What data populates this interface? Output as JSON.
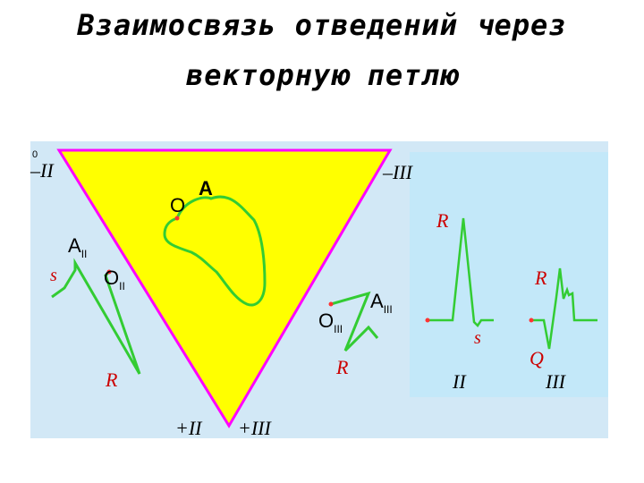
{
  "title": {
    "line1": "Взаимосвязь отведений через",
    "line2": "векторную петлю"
  },
  "colors": {
    "panel": "#cfe6f5",
    "blue_panel": "#c6e9f8",
    "triangle_fill": "#ffff00",
    "triangle_edge": "#ff00ff",
    "curve": "#33cc33",
    "marker": "#ff3333",
    "red_text": "#cc0000"
  },
  "triangle": {
    "zero": "0",
    "minus_II": "–II",
    "minus_III": "–III",
    "plus_II": "+II",
    "plus_III": "+III",
    "O": "O",
    "A": "A"
  },
  "lead_II_loop": {
    "A": "A",
    "A_sub": "II",
    "O": "O",
    "O_sub": "II",
    "s": "s",
    "R": "R"
  },
  "lead_III_loop": {
    "A": "A",
    "A_sub": "III",
    "O": "O",
    "O_sub": "III",
    "R": "R"
  },
  "ecg_panel": {
    "R_II": "R",
    "s_II": "s",
    "lead_II": "II",
    "R_III": "R",
    "Q_III": "Q",
    "lead_III": "III"
  }
}
